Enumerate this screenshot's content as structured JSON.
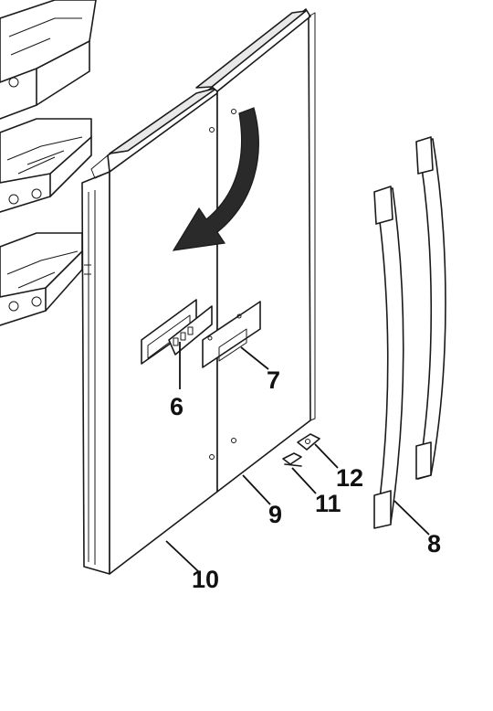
{
  "callouts": [
    {
      "id": "6",
      "label": "6"
    },
    {
      "id": "7",
      "label": "7"
    },
    {
      "id": "8",
      "label": "8"
    },
    {
      "id": "9",
      "label": "9"
    },
    {
      "id": "10",
      "label": "10"
    },
    {
      "id": "11",
      "label": "11"
    },
    {
      "id": "12",
      "label": "12"
    }
  ],
  "colors": {
    "line": "#1a1a1a",
    "background": "#ffffff"
  },
  "icons": {
    "rotation": "curved-arrow-icon"
  }
}
